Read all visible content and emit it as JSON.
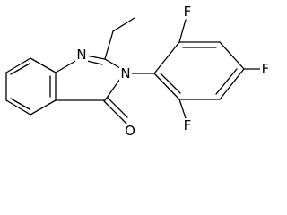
{
  "molecule": {
    "atoms": {
      "n1": "N",
      "n3": "N",
      "o": "O",
      "f_upper": "F",
      "f_para": "F",
      "f_lower": "F"
    }
  },
  "colors": {
    "bond": "#000000",
    "label": "#000000",
    "background": "#ffffff"
  }
}
